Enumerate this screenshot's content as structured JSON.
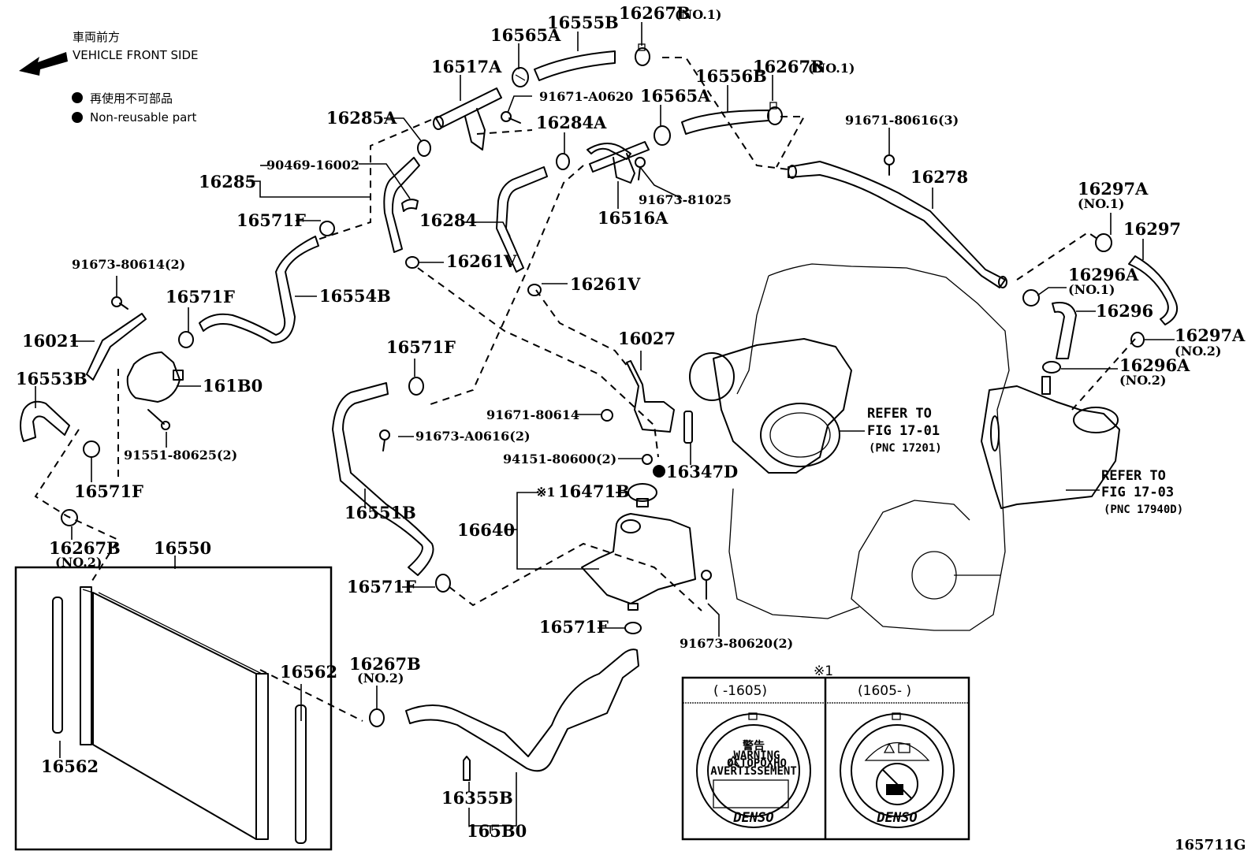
{
  "legend": {
    "direction_jp": "車両前方",
    "direction_en": "VEHICLE FRONT SIDE",
    "nonreusable_jp": "再使用不可部品",
    "nonreusable_en": "Non-reusable part"
  },
  "labels": {
    "p16555B": "16555B",
    "p16267B_top": "16267B",
    "p16267B_top_no": "(NO.1)",
    "p16565A_a": "16565A",
    "p16517A": "16517A",
    "p91671A0620": "91671-A0620",
    "p16556B": "16556B",
    "p16267B_mid": "16267B",
    "p16267B_mid_no": "(NO.1)",
    "p16565A_b": "16565A",
    "p16285A": "16285A",
    "p16284A": "16284A",
    "p91671_80616": "91671-80616(3)",
    "p16285": "16285",
    "p90469_16002": "90469-16002",
    "p16278": "16278",
    "p16297A_no1": "16297A",
    "p16297A_no1_no": "(NO.1)",
    "p16297": "16297",
    "p16284": "16284",
    "p91673_81025": "91673-81025",
    "p16516A": "16516A",
    "p16571F_a": "16571F",
    "p16261V_a": "16261V",
    "p16296A_no1": "16296A",
    "p16296A_no1_no": "(NO.1)",
    "p91673_80614": "91673-80614(2)",
    "p16554B": "16554B",
    "p16261V_b": "16261V",
    "p16296": "16296",
    "p16571F_b": "16571F",
    "p16297A_no2": "16297A",
    "p16297A_no2_no": "(NO.2)",
    "p16021": "16021",
    "p16027": "16027",
    "p16296A_no2": "16296A",
    "p16296A_no2_no": "(NO.2)",
    "p16553B": "16553B",
    "p16571F_c": "16571F",
    "p161B0": "161B0",
    "p91671_80614": "91671-80614",
    "p91673_A0616": "91673-A0616(2)",
    "p91551_80625": "91551-80625(2)",
    "p94151_80600": "94151-80600(2)",
    "p16347D": "16347D",
    "p16571F_d": "16571F",
    "p16551B": "16551B",
    "p16471B": "16471B",
    "p16471B_mark": "※1",
    "p16640": "16640",
    "p16267B_no2_left": "16267B",
    "p16267B_no2_left_no": "(NO.2)",
    "p16550": "16550",
    "p16571F_e": "16571F",
    "p16571F_f": "16571F",
    "p91673_80620": "91673-80620(2)",
    "p16562_right": "16562",
    "p16267B_no2_bot": "16267B",
    "p16267B_no2_bot_no": "(NO.2)",
    "p16562_left": "16562",
    "p16355B": "16355B",
    "p165B0": "165B0"
  },
  "references": {
    "fig1_line1": "REFER TO",
    "fig1_line2": "FIG 17-01",
    "fig1_line3": "(PNC 17201)",
    "fig2_line1": "REFER TO",
    "fig2_line2": "FIG 17-03",
    "fig2_line3": "(PNC 17940D)"
  },
  "cap_table": {
    "mark": "※1",
    "columns": [
      {
        "header": "(      -1605)",
        "cap_text": [
          "警告",
          "WARNING",
          "OCTOPOXHO",
          "AVERTISSEMENT"
        ],
        "brand": "DENSO"
      },
      {
        "header": "(1605-      )",
        "cap_text": [],
        "brand": "DENSO"
      }
    ]
  },
  "figure_id": "165711G"
}
